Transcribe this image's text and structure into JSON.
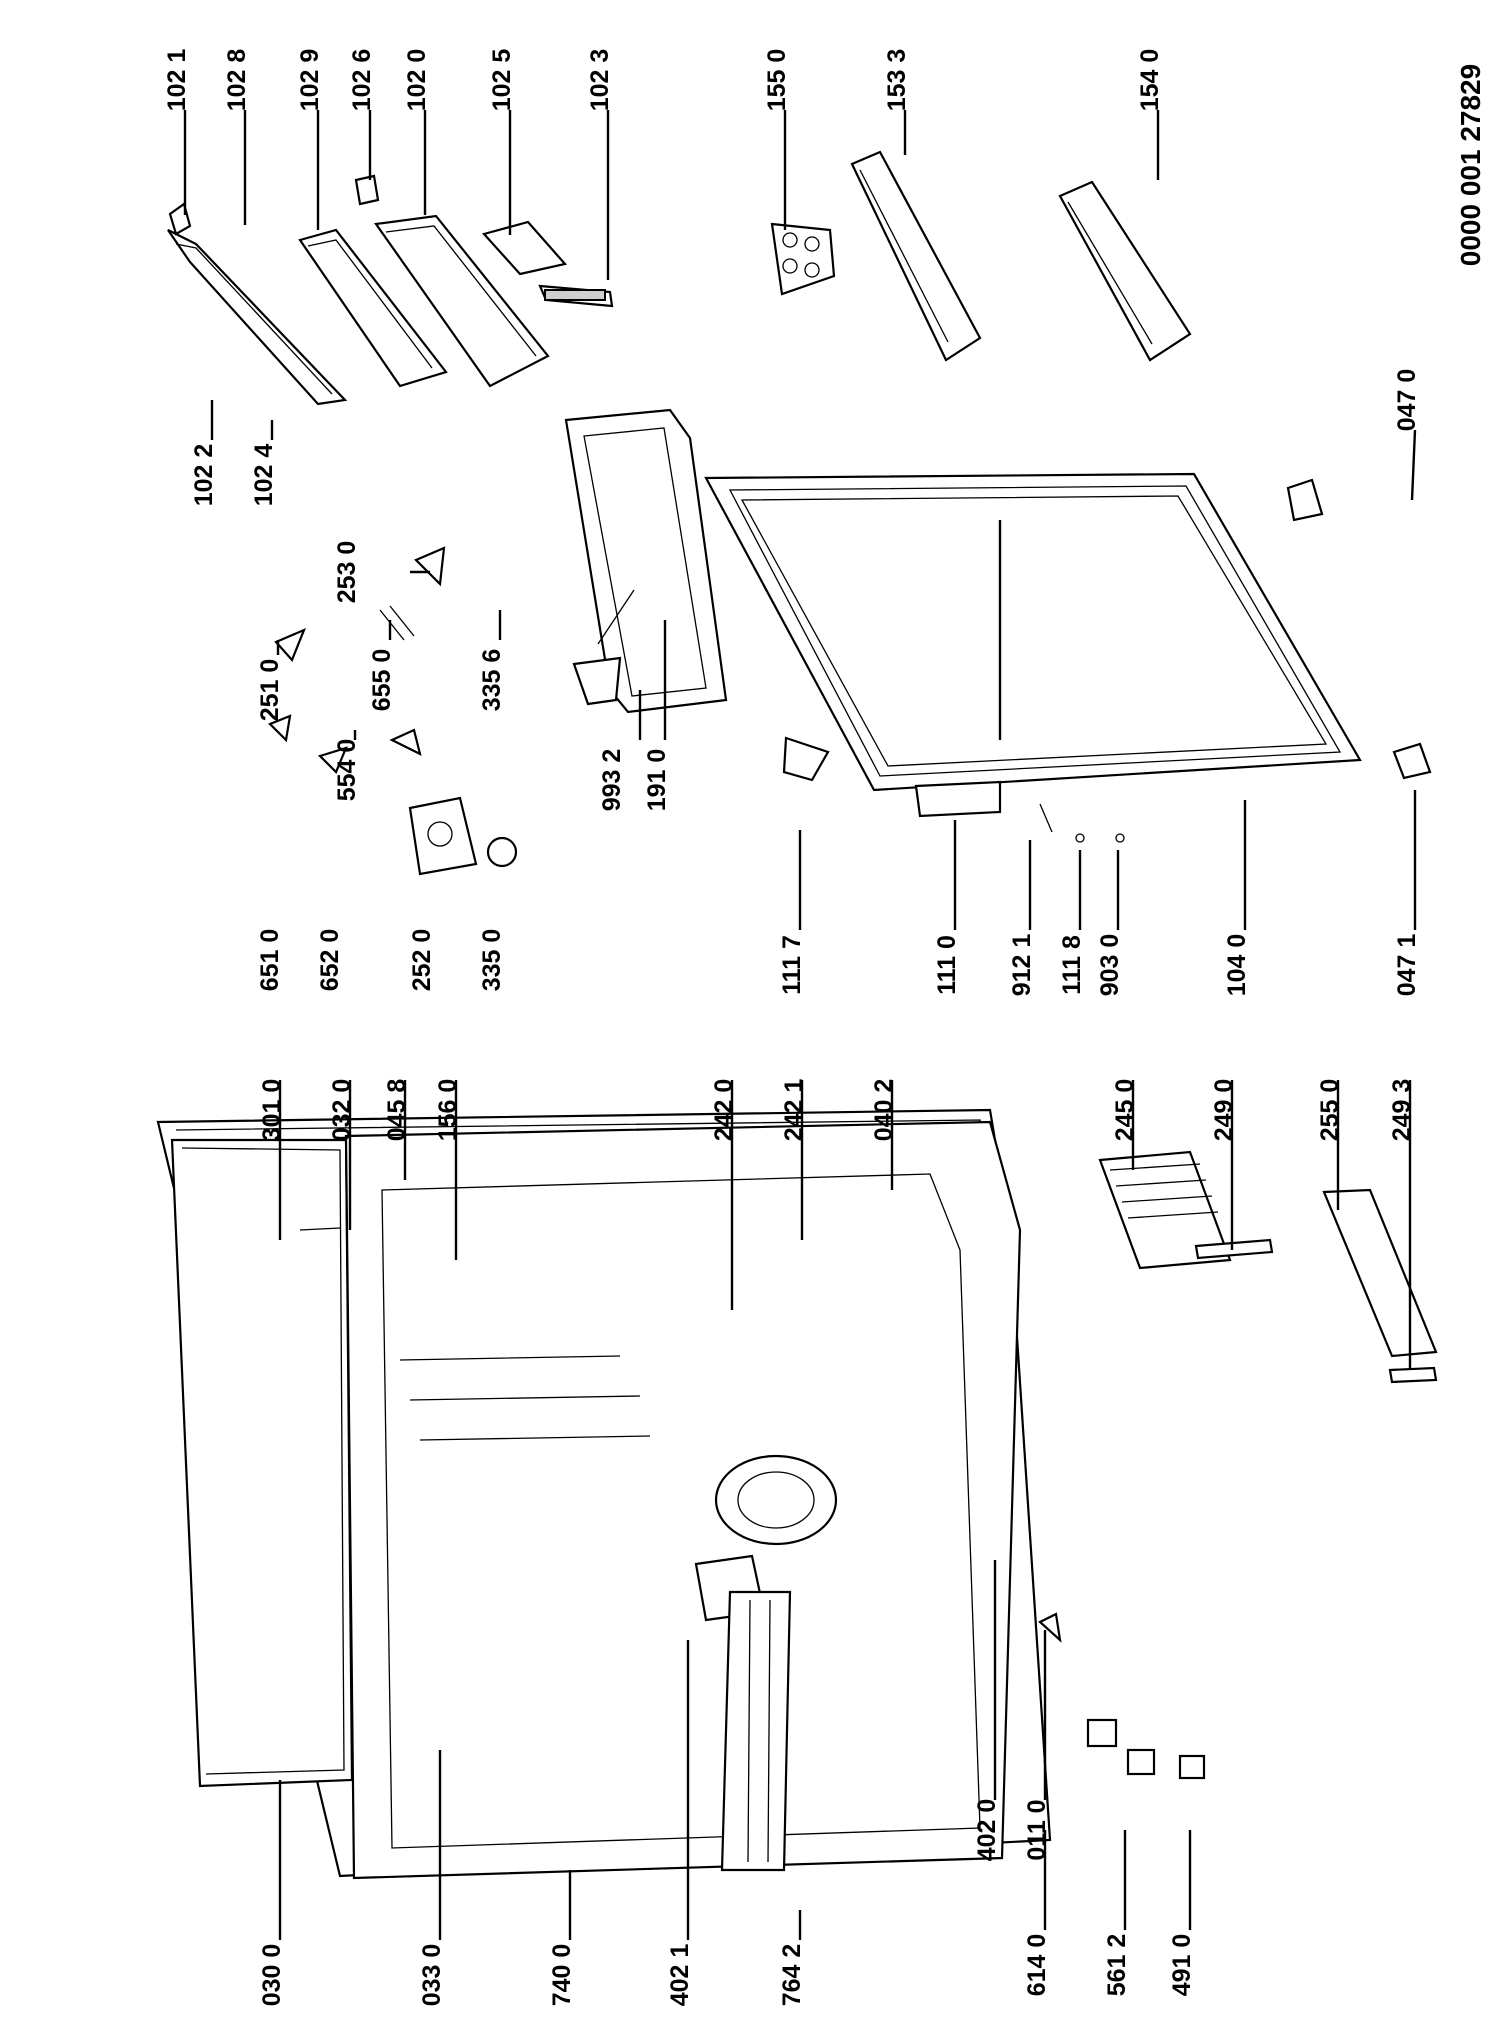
{
  "document_id": "0000 001 27829",
  "part_labels": [
    "102 1",
    "102 8",
    "102 9",
    "102 6",
    "102 0",
    "102 5",
    "102 3",
    "155 0",
    "153 3",
    "154 0",
    "102 2",
    "102 4",
    "253 0",
    "251 0",
    "655 0",
    "335 6",
    "554 0",
    "651 0",
    "652 0",
    "252 0",
    "335 0",
    "993 2",
    "191 0",
    "047 0",
    "111 7",
    "111 0",
    "912 1",
    "111 8",
    "903 0",
    "104 0",
    "047 1",
    "301 0",
    "032 0",
    "045 8",
    "156 0",
    "242 0",
    "242 1",
    "040 2",
    "245 0",
    "249 0",
    "255 0",
    "249 3",
    "030 0",
    "033 0",
    "740 0",
    "402 1",
    "764 2",
    "402 0",
    "011 0",
    "614 0",
    "561 2",
    "491 0"
  ]
}
